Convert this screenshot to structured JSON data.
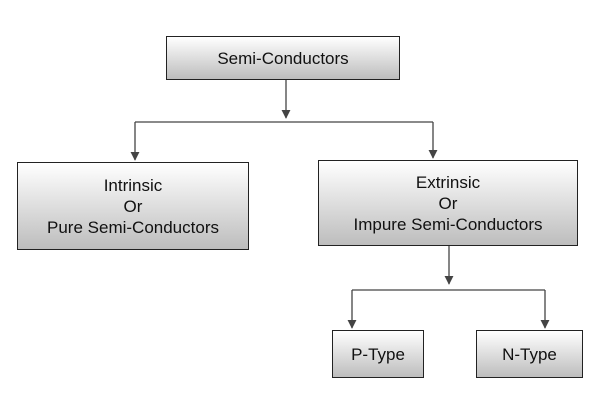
{
  "diagram": {
    "root": {
      "label": "Semi-Conductors"
    },
    "intrinsic": {
      "lines": [
        "Intrinsic",
        "Or",
        "Pure Semi-Conductors"
      ]
    },
    "extrinsic": {
      "lines": [
        "Extrinsic",
        "Or",
        "Impure Semi-Conductors"
      ]
    },
    "p_type": {
      "label": "P-Type"
    },
    "n_type": {
      "label": "N-Type"
    }
  },
  "colors": {
    "line": "#444444",
    "border": "#222222",
    "fill_top": "#ffffff",
    "fill_bottom": "#bdbdbd"
  }
}
